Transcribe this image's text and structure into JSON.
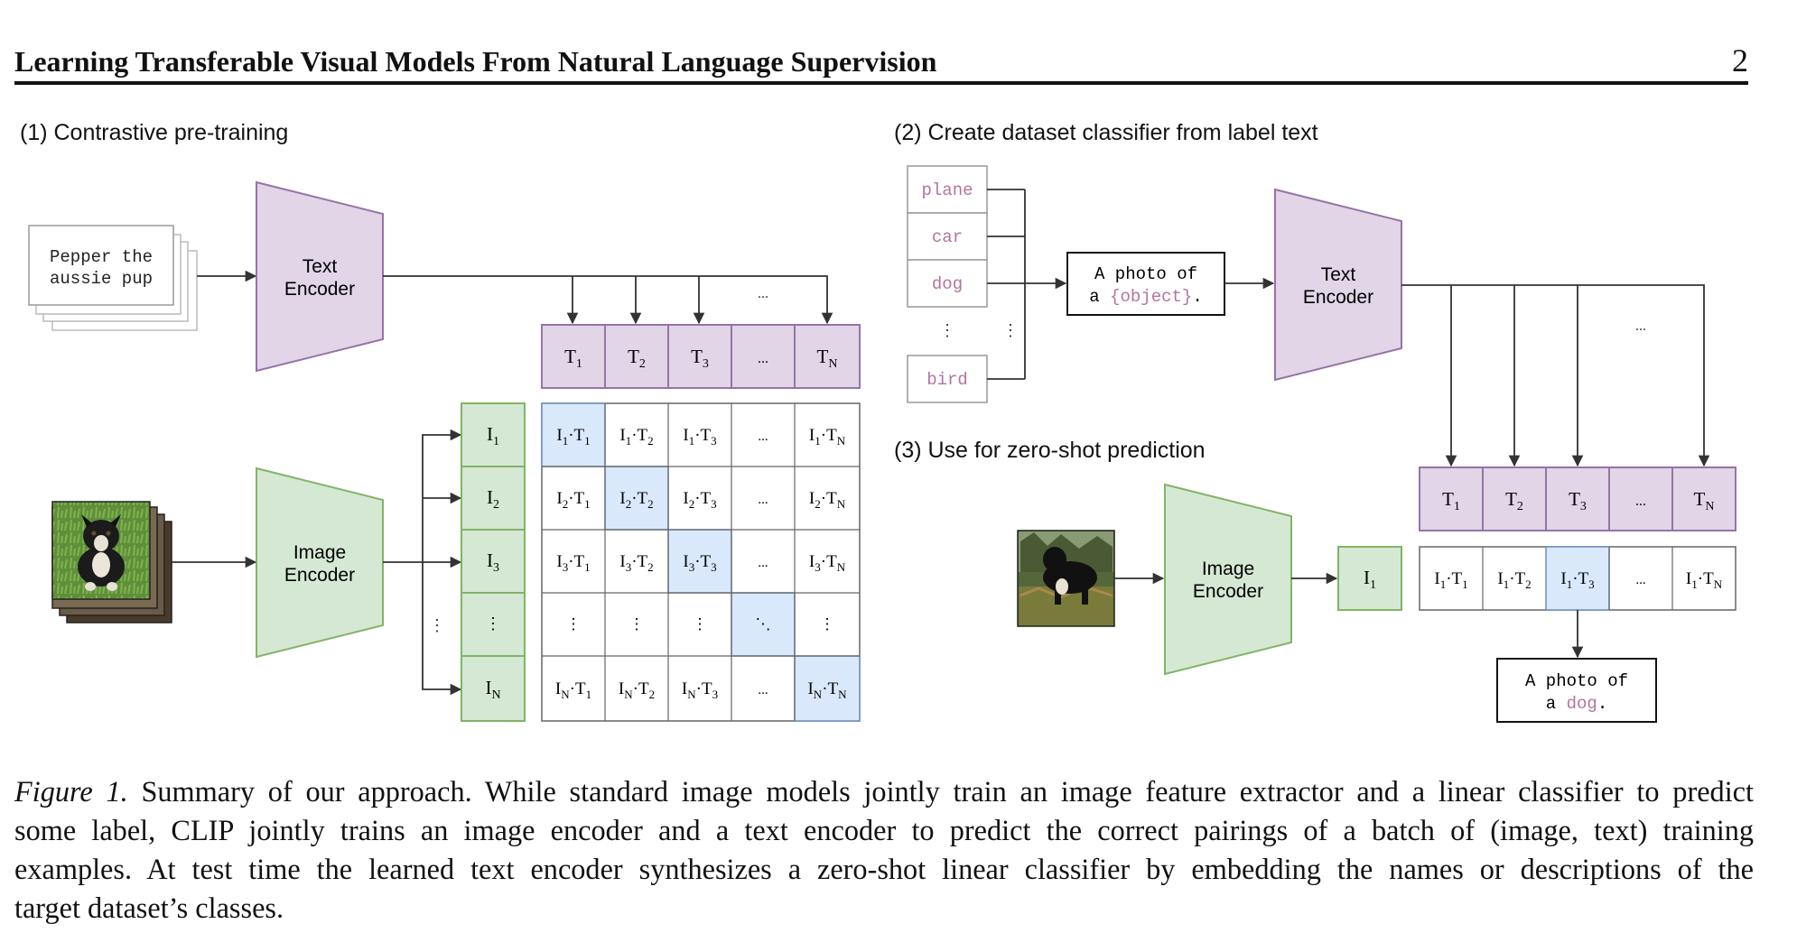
{
  "header": {
    "title": "Learning Transferable Visual Models From Natural Language Supervision",
    "page_number": "2"
  },
  "panel1": {
    "heading": "(1) Contrastive pre-training",
    "text_input_line1": "Pepper the",
    "text_input_line2": "aussie pup",
    "text_encoder_line1": "Text",
    "text_encoder_line2": "Encoder",
    "image_encoder_line1": "Image",
    "image_encoder_line2": "Encoder",
    "ellipsis": "...",
    "vdots": "⋮"
  },
  "panel2": {
    "heading": "(2) Create dataset classifier from label text",
    "labels": [
      "plane",
      "car",
      "dog",
      "bird"
    ],
    "template_line1": "A photo of",
    "template_prefix": "a ",
    "template_object": "{object}",
    "template_suffix": ".",
    "text_encoder_line1": "Text",
    "text_encoder_line2": "Encoder"
  },
  "panel3": {
    "heading": "(3) Use for zero-shot prediction",
    "image_encoder_line1": "Image",
    "image_encoder_line2": "Encoder",
    "prediction_line1": "A photo of",
    "prediction_prefix": "a ",
    "prediction_object": "dog",
    "prediction_suffix": "."
  },
  "caption": {
    "label": "Figure 1.",
    "line1_rest": " Summary of our approach. While standard image models jointly train an image feature extractor and a linear classifier to predict",
    "line2": "some label, CLIP jointly trains an image encoder and a text encoder to predict the correct pairings of a batch of (image, text) training",
    "line3": "examples. At test time the learned text encoder synthesizes a zero-shot linear classifier by embedding the names or descriptions of the",
    "line4": "target dataset’s classes."
  },
  "colors": {
    "text_fill": "#e1d5e7",
    "text_stroke": "#9673a6",
    "image_fill": "#d5e8d4",
    "image_stroke": "#82b366",
    "highlight_fill": "#dae8fc",
    "highlight_stroke": "#6c8ebf",
    "grid_stroke": "#666666",
    "arrow": "#333333",
    "label_text": "#b5739d"
  }
}
